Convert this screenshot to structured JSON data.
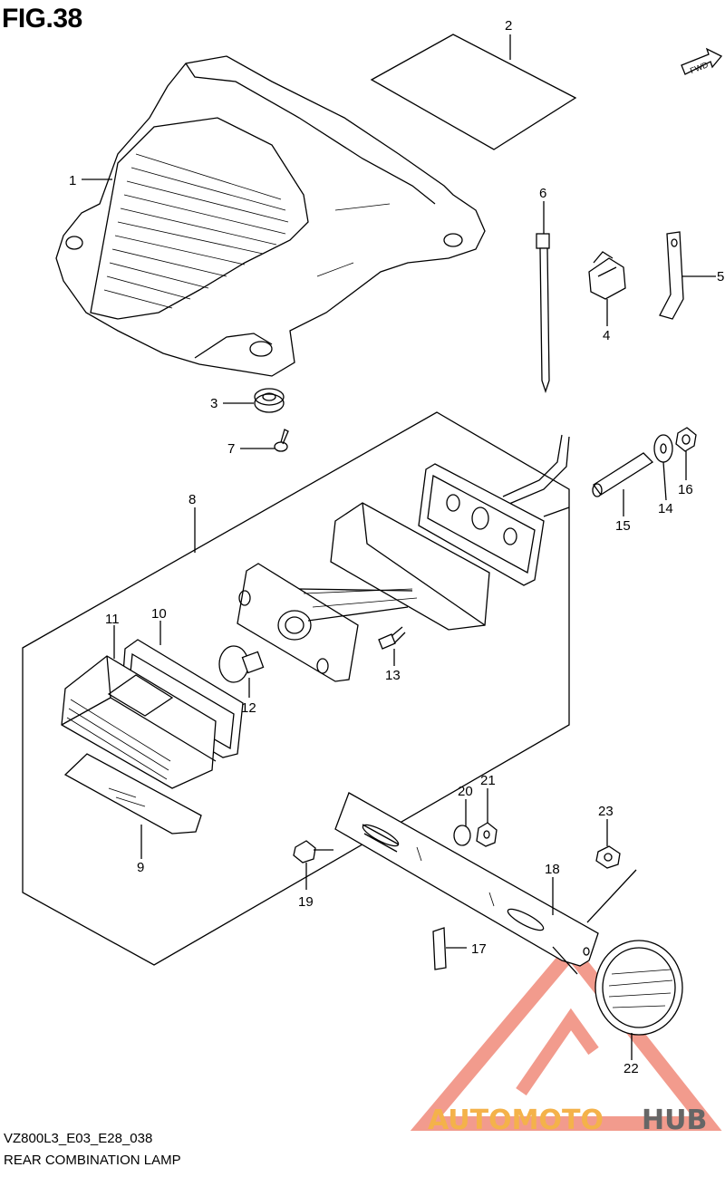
{
  "figure": {
    "title": "FIG.38",
    "model_code": "VZ800L3_E03_E28_038",
    "name": "REAR COMBINATION LAMP",
    "direction_label": "FWD"
  },
  "callouts": [
    "1",
    "2",
    "3",
    "4",
    "5",
    "6",
    "7",
    "8",
    "9",
    "10",
    "11",
    "12",
    "13",
    "14",
    "15",
    "16",
    "17",
    "18",
    "19",
    "20",
    "21",
    "22",
    "23"
  ],
  "watermark": {
    "part1": "AUTOMOTO",
    "part2": "HUB",
    "color_primary": "#f08a7a",
    "color_secondary": "#f4b24a",
    "color_dark": "#555555"
  }
}
